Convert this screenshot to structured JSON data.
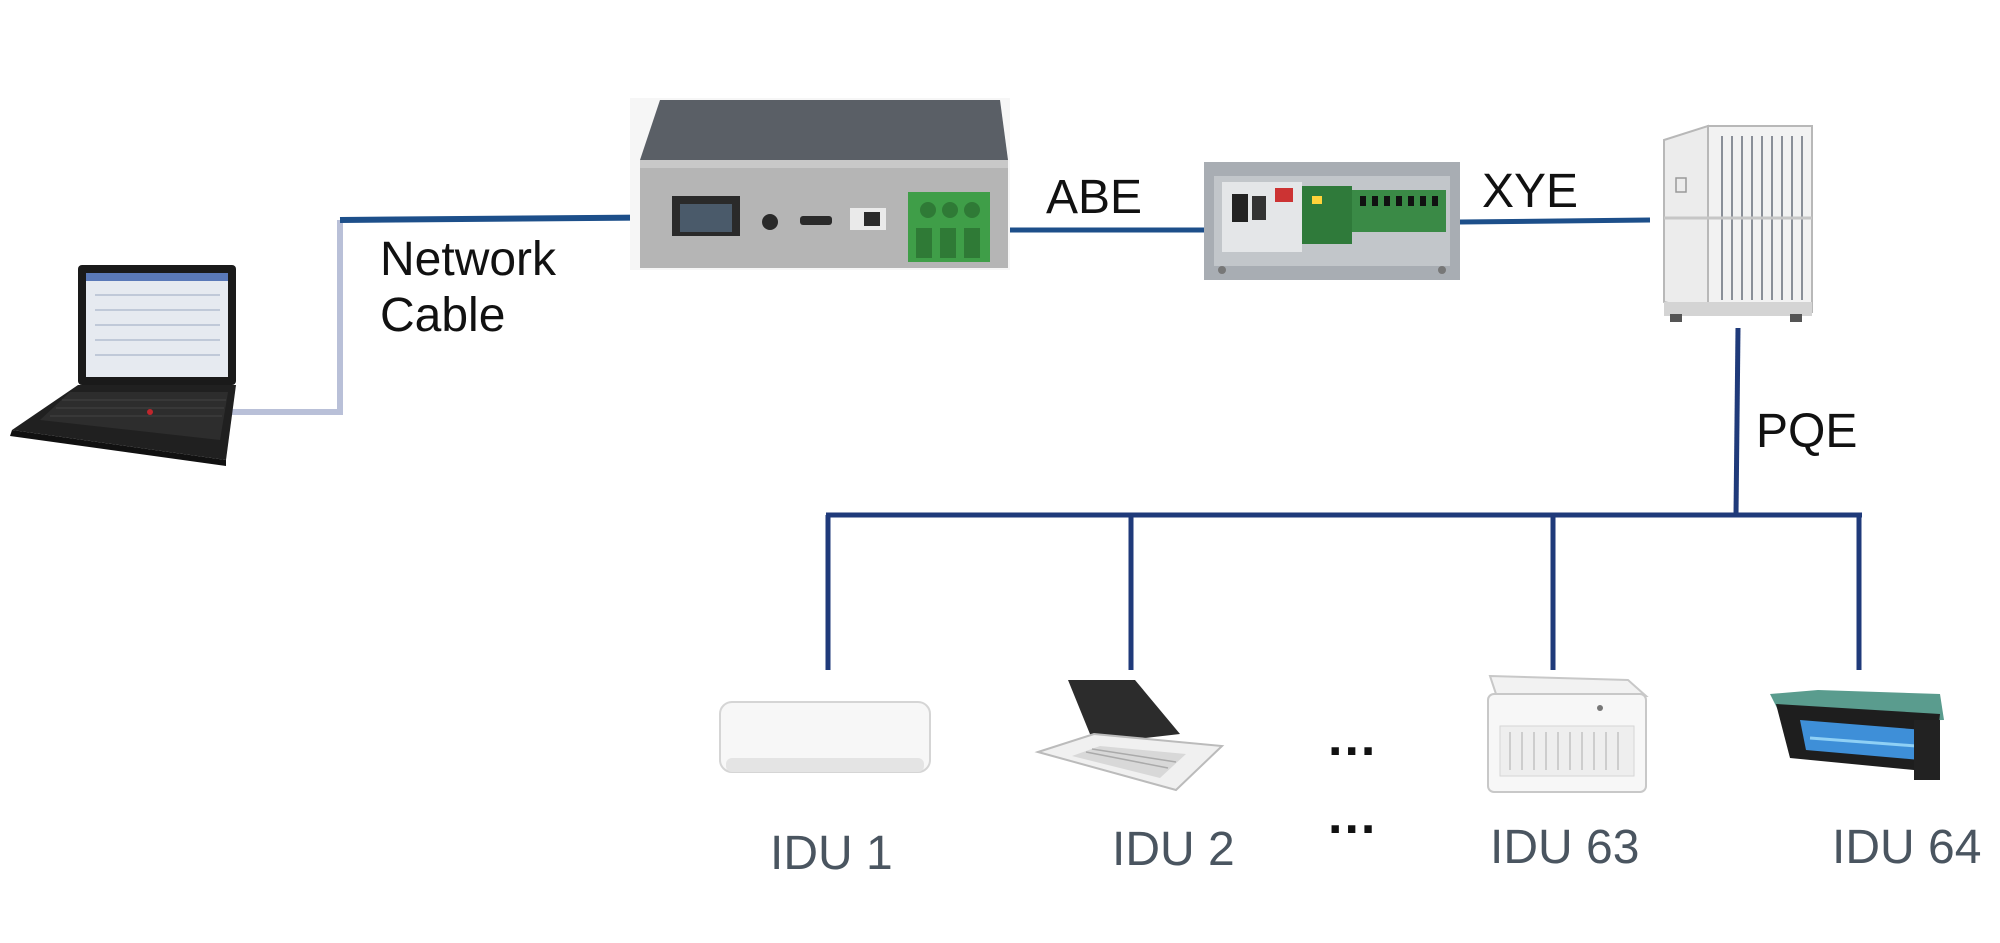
{
  "labels": {
    "network_line1": "Network",
    "network_line2": "Cable",
    "abe": "ABE",
    "xye": "XYE",
    "pqe": "PQE"
  },
  "indoor_units": [
    "IDU 1",
    "IDU 2",
    "IDU 63",
    "IDU 64"
  ],
  "ellipsis": "...",
  "colors": {
    "bus_line": "#1f3a7a",
    "cable_blue": "#1d4f8a",
    "network_cable": "#b9c0d8",
    "gateway_body": "#9a9a9a",
    "terminal_green": "#3f9e48",
    "pcb_green": "#2f7a3a"
  },
  "icons": [
    "laptop-icon",
    "gateway-device-icon",
    "pcb-board-icon",
    "outdoor-unit-icon",
    "wall-mounted-ac-icon",
    "cassette-ac-icon",
    "floor-ceiling-ac-icon",
    "ducted-ac-icon"
  ]
}
